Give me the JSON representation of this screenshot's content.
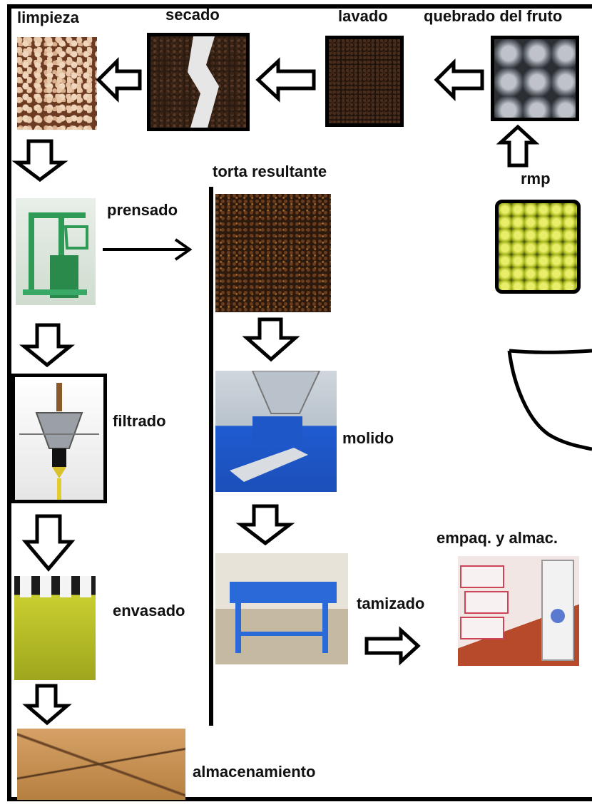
{
  "steps": {
    "limpieza": "limpieza",
    "secado": "secado",
    "lavado": "lavado",
    "quebrado": "quebrado del fruto",
    "rmp": "rmp",
    "torta": "torta resultante",
    "prensado": "prensado",
    "filtrado": "filtrado",
    "molido": "molido",
    "envasado": "envasado",
    "tamizado": "tamizado",
    "empaq": "empaq. y almac.",
    "almacenamiento": "almacenamiento"
  }
}
